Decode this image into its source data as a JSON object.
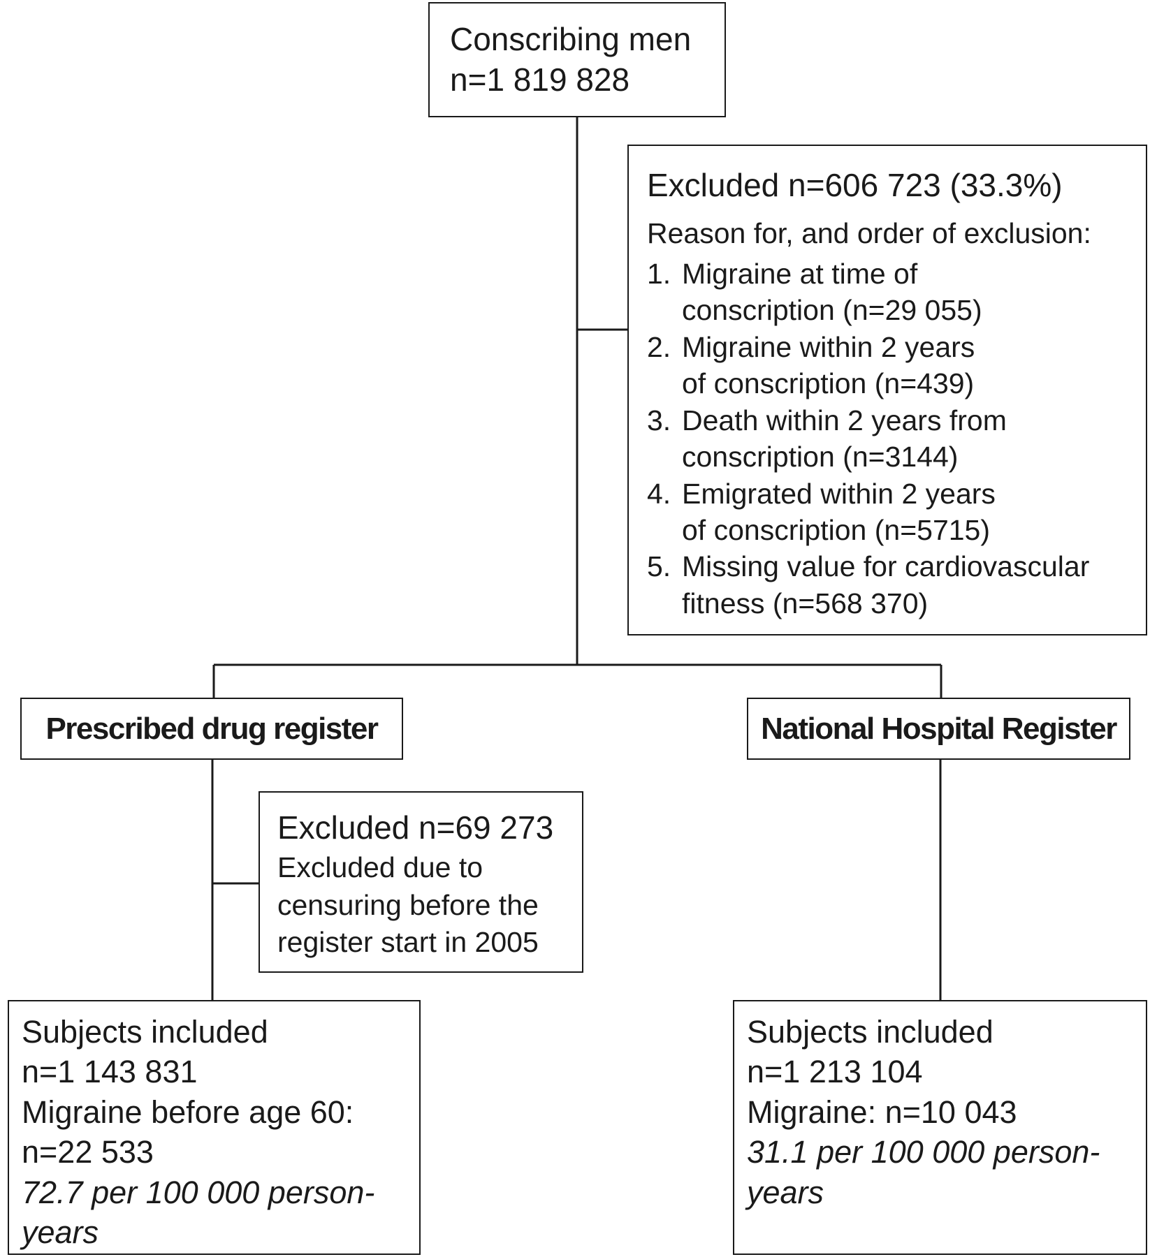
{
  "flowchart": {
    "top_box": {
      "line1": "Conscribing men",
      "line2": "n=1 819 828"
    },
    "exclusion_main": {
      "title": "Excluded n=606 723 (33.3%)",
      "subtitle": "Reason for, and order of exclusion:",
      "reasons": [
        {
          "num": "1.",
          "line1": "Migraine at time of",
          "line2": "conscription (n=29 055)"
        },
        {
          "num": "2.",
          "line1": "Migraine within 2 years",
          "line2": "of conscription (n=439)"
        },
        {
          "num": "3.",
          "line1": "Death within 2 years from",
          "line2": "conscription (n=3144)"
        },
        {
          "num": "4.",
          "line1": "Emigrated within 2 years",
          "line2": "of conscription (n=5715)"
        },
        {
          "num": "5.",
          "line1": "Missing value for cardiovascular",
          "line2": "fitness (n=568 370)"
        }
      ]
    },
    "register_left": {
      "label": "Prescribed drug register"
    },
    "register_right": {
      "label": "National Hospital Register"
    },
    "exclusion_drug": {
      "title": "Excluded n=69 273",
      "line1": "Excluded due to",
      "line2": "censuring before the",
      "line3": "register start in 2005"
    },
    "subjects_left": {
      "line1": "Subjects included",
      "line2": "n=1 143 831",
      "line3": "Migraine before age 60:",
      "line4": "n=22 533",
      "rate_line1": "72.7 per 100 000 person-",
      "rate_line2": "years"
    },
    "subjects_right": {
      "line1": "Subjects included",
      "line2": "n=1 213 104",
      "line3": "Migraine: n=10 043",
      "rate_line1": "31.1 per 100 000 person-",
      "rate_line2": "years"
    }
  }
}
